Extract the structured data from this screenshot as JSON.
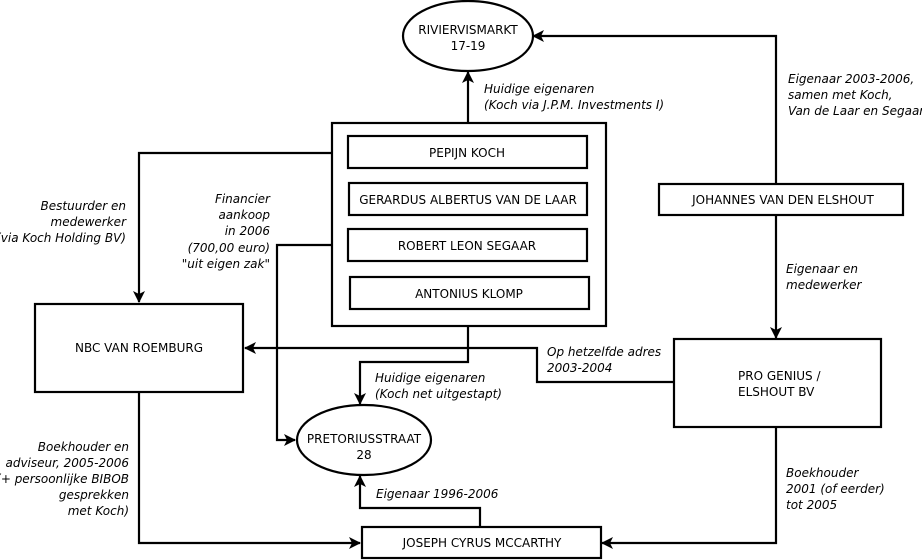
{
  "diagram": {
    "nodes": {
      "riviervismarkt": {
        "lines": [
          "RIVIERVISMARKT",
          "17-19"
        ]
      },
      "pretoriusstraat": {
        "lines": [
          "PRETORIUSSTRAAT",
          "28"
        ]
      },
      "group_owners": {
        "members": [
          {
            "label": "PEPIJN KOCH"
          },
          {
            "label": "GERARDUS ALBERTUS VAN DE LAAR"
          },
          {
            "label": "ROBERT LEON SEGAAR"
          },
          {
            "label": "ANTONIUS KLOMP"
          }
        ]
      },
      "johannes": {
        "label": "JOHANNES VAN DEN ELSHOUT"
      },
      "nbc": {
        "label": "NBC VAN ROEMBURG"
      },
      "progenius": {
        "lines": [
          "PRO GENIUS /",
          "ELSHOUT BV"
        ]
      },
      "mccarthy": {
        "label": "JOSEPH CYRUS MCCARTHY"
      }
    },
    "edge_labels": {
      "group_to_rivier": [
        "Huidige eigenaren",
        "(Koch via J.P.M. Investments I)"
      ],
      "johannes_to_rivier": [
        "Eigenaar 2003-2006,",
        "samen met Koch,",
        "Van de Laar en Segaar"
      ],
      "koch_to_nbc": [
        "Bestuurder en",
        "medewerker",
        "(via Koch Holding BV)"
      ],
      "segaar_to_pretorius": [
        "Financier",
        "aankoop",
        "in 2006",
        "(700,00 euro)",
        "\"uit eigen zak\""
      ],
      "johannes_to_progenius": [
        "Eigenaar en",
        "medewerker"
      ],
      "progenius_to_nbc": [
        "Op hetzelfde adres",
        "2003-2004"
      ],
      "group_to_pretorius": [
        "Huidige eigenaren",
        "(Koch net uitgestapt)"
      ],
      "nbc_to_mccarthy": [
        "Boekhouder en",
        "adviseur, 2005-2006",
        "(+ persoonlijke BIBOB",
        "gesprekken",
        "met Koch)"
      ],
      "mccarthy_to_pretorius": [
        "Eigenaar 1996-2006"
      ],
      "progenius_to_mccarthy": [
        "Boekhouder",
        "2001 (of eerder)",
        "tot 2005"
      ]
    }
  }
}
